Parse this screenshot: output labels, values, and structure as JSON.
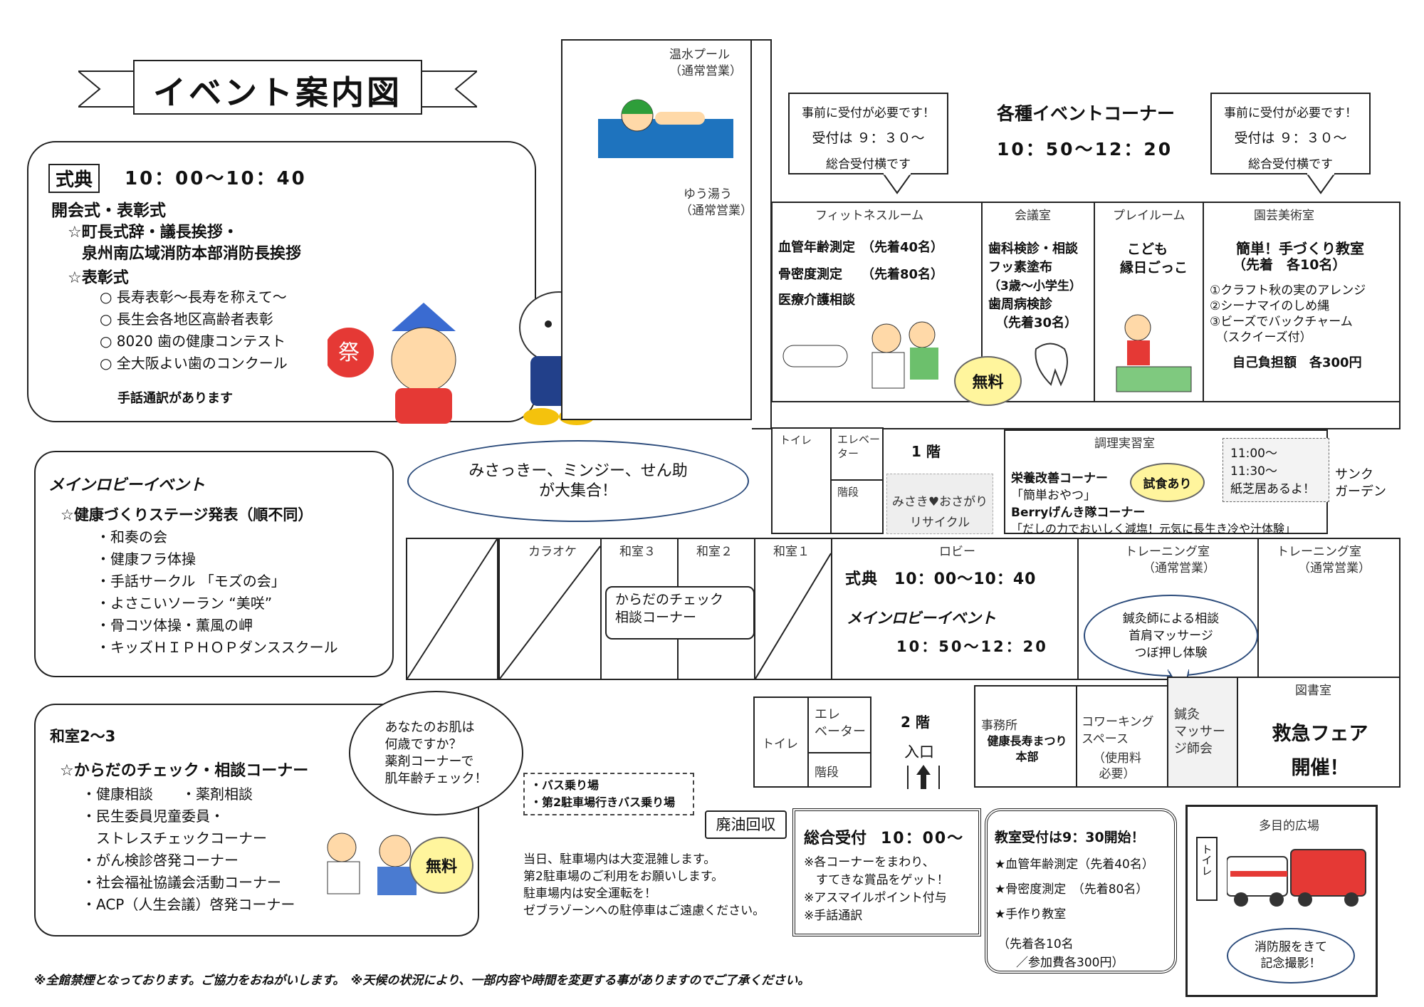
{
  "title": "イベント案内図",
  "ceremony": {
    "label": "式典",
    "time": "10：00～10：40",
    "opening": "開会式・表彰式",
    "speech_line1": "☆町長式辞・議長挨拶・",
    "speech_line2": "泉州南広域消防本部消防長挨拶",
    "awards": "☆表彰式",
    "items": [
      "○ 長寿表彰～長寿を称えて～",
      "○ 長生会各地区高齢者表彰",
      "○ 8020 歯の健康コンテスト",
      "○ 全大阪よい歯のコンクール"
    ],
    "sign": "手話通訳があります"
  },
  "mascot_bubble": "みさっきー、ミンジー、せん助\nが大集合！",
  "main_lobby": {
    "title": "メインロビーイベント",
    "stage": "☆健康づくりステージ発表（順不同）",
    "items": [
      "・和奏の会",
      "・健康フラ体操",
      "・手話サークル 「モズの会」",
      "・よさこいソーラン “美咲”",
      "・骨コツ体操・薫風の岬",
      "・キッズＨＩＰＨＯＰダンススクール"
    ]
  },
  "washitsu": {
    "title": "和室2～3",
    "corner": "☆からだのチェック・相談コーナー",
    "items": [
      "・健康相談　　・薬剤相談",
      "・民生委員児童委員・",
      "　ストレスチェックコーナー",
      "・がん検診啓発コーナー",
      "・社会福祉協議会活動コーナー",
      "・ACP（人生会議）啓発コーナー"
    ],
    "bubble": "あなたのお肌は\n何歳ですか？\n薬剤コーナーで\n肌年齢チェック！",
    "badge": "無料"
  },
  "bus": {
    "line1": "・バス乗り場",
    "line2": "・第2駐車場行きバス乗り場"
  },
  "oil": "廃油回収",
  "parking": [
    "当日、駐車場内は大変混雑します。",
    "第2駐車場のご利用をお願いします。",
    "駐車場内は安全運転を！",
    "ゼブラゾーンへの駐停車はご遠慮ください。"
  ],
  "reception": {
    "title": "総合受付",
    "time": "10：00～",
    "notes": [
      "※各コーナーをまわり、",
      "　すてきな賞品をゲット！",
      "※アスマイルポイント付与",
      "※手話通訳"
    ]
  },
  "classroom": {
    "title": "教室受付は9：30開始！",
    "items": [
      "★血管年齢測定（先着40名）",
      "★骨密度測定　（先着80名）",
      "★手作り教室"
    ],
    "note1": "（先着各10名",
    "note2": "／参加費各300円）"
  },
  "footer": "※全館禁煙となっております。ご協力をおねがいします。　※天候の状況により、一部内容や時間を変更する事がありますのでご了承ください。",
  "callout_left": {
    "line1": "事前に受付が必要です！",
    "line2": "受付は ９：３０～",
    "line3": "総合受付横です"
  },
  "callout_right": {
    "line1": "事前に受付が必要です！",
    "line2": "受付は ９：３０～",
    "line3": "総合受付横です"
  },
  "event_corner": {
    "title": "各種イベントコーナー",
    "time": "10：50～12：20"
  },
  "rooms": {
    "pool": "温水プール",
    "pool_note": "（通常営業）",
    "yuyu": "ゆう湯う",
    "yuyu_note": "（通常営業）",
    "fitness": "フィットネスルーム",
    "fitness_items": [
      "血管年齢測定　（先着40名）",
      "骨密度測定　　（先着80名）",
      "医療介護相談"
    ],
    "fitness_badge": "無料",
    "meeting": "会議室",
    "meeting_items": [
      "歯科検診・相談",
      "フッ素塗布",
      "（3歳～小学生）",
      "歯周病検診",
      "（先着30名）"
    ],
    "play": "プレイルーム",
    "play_items": [
      "こども",
      "縁日ごっこ"
    ],
    "garden": "園芸美術室",
    "garden_title": "簡単！手づくり教室",
    "garden_sub": "（先着　各10名）",
    "garden_items": [
      "①クラフト秋の実のアレンジ",
      "②シーナマイのしめ縄",
      "③ビーズでバックチャーム",
      "　（スクイーズ付）"
    ],
    "garden_fee": "自己負担額　各300円",
    "toilet1": "トイレ",
    "elevator1": "エレベーター",
    "stairs1": "階段",
    "floor1": "1 階",
    "recycle1": "みさき♥おさがり",
    "recycle2": "リサイクル",
    "cooking": "調理実習室",
    "cooking_items": [
      "栄養改善コーナー",
      "「簡単おやつ」",
      "Berryげんき隊コーナー",
      "「だしの力でおいしく減塩！元気に長生き冷や汁体験」"
    ],
    "tasting": "試食あり",
    "kamishibai": [
      "11:00～",
      "11:30～",
      "紙芝居あるよ！"
    ],
    "sunk": "サンク\nガーデン",
    "karaoke": "カラオケ",
    "wa3": "和室３",
    "wa2": "和室２",
    "wa1": "和室１",
    "body_check": "からだのチェック\n相談コーナー",
    "lobby": "ロビー",
    "lobby_ceremony": "式典　10：00～10：40",
    "lobby_event": "メインロビーイベント",
    "lobby_time": "10：50～12：20",
    "training1": "トレーニング室",
    "training1_note": "（通常営業）",
    "training2": "トレーニング室",
    "training2_note": "（通常営業）",
    "acupuncture": "鍼灸師による相談\n首肩マッサージ\nつぼ押し体験",
    "toilet2": "トイレ",
    "elevator2": "エレ\nベーター",
    "stairs2": "階段",
    "floor2": "2 階",
    "entrance": "入口",
    "office": "事務所",
    "office_hq": "健康長寿まつり\n本部",
    "cowork": "コワーキング\nスペース",
    "cowork_note": "（使用料\n必要）",
    "massage": "鍼灸\nマッサー\nジ師会",
    "library": "図書室",
    "emergency": "救急フェア\n開催！",
    "plaza": "多目的広場",
    "plaza_toilet": "トイレ",
    "fire_bubble": "消防服をきて\n記念撮影！"
  }
}
